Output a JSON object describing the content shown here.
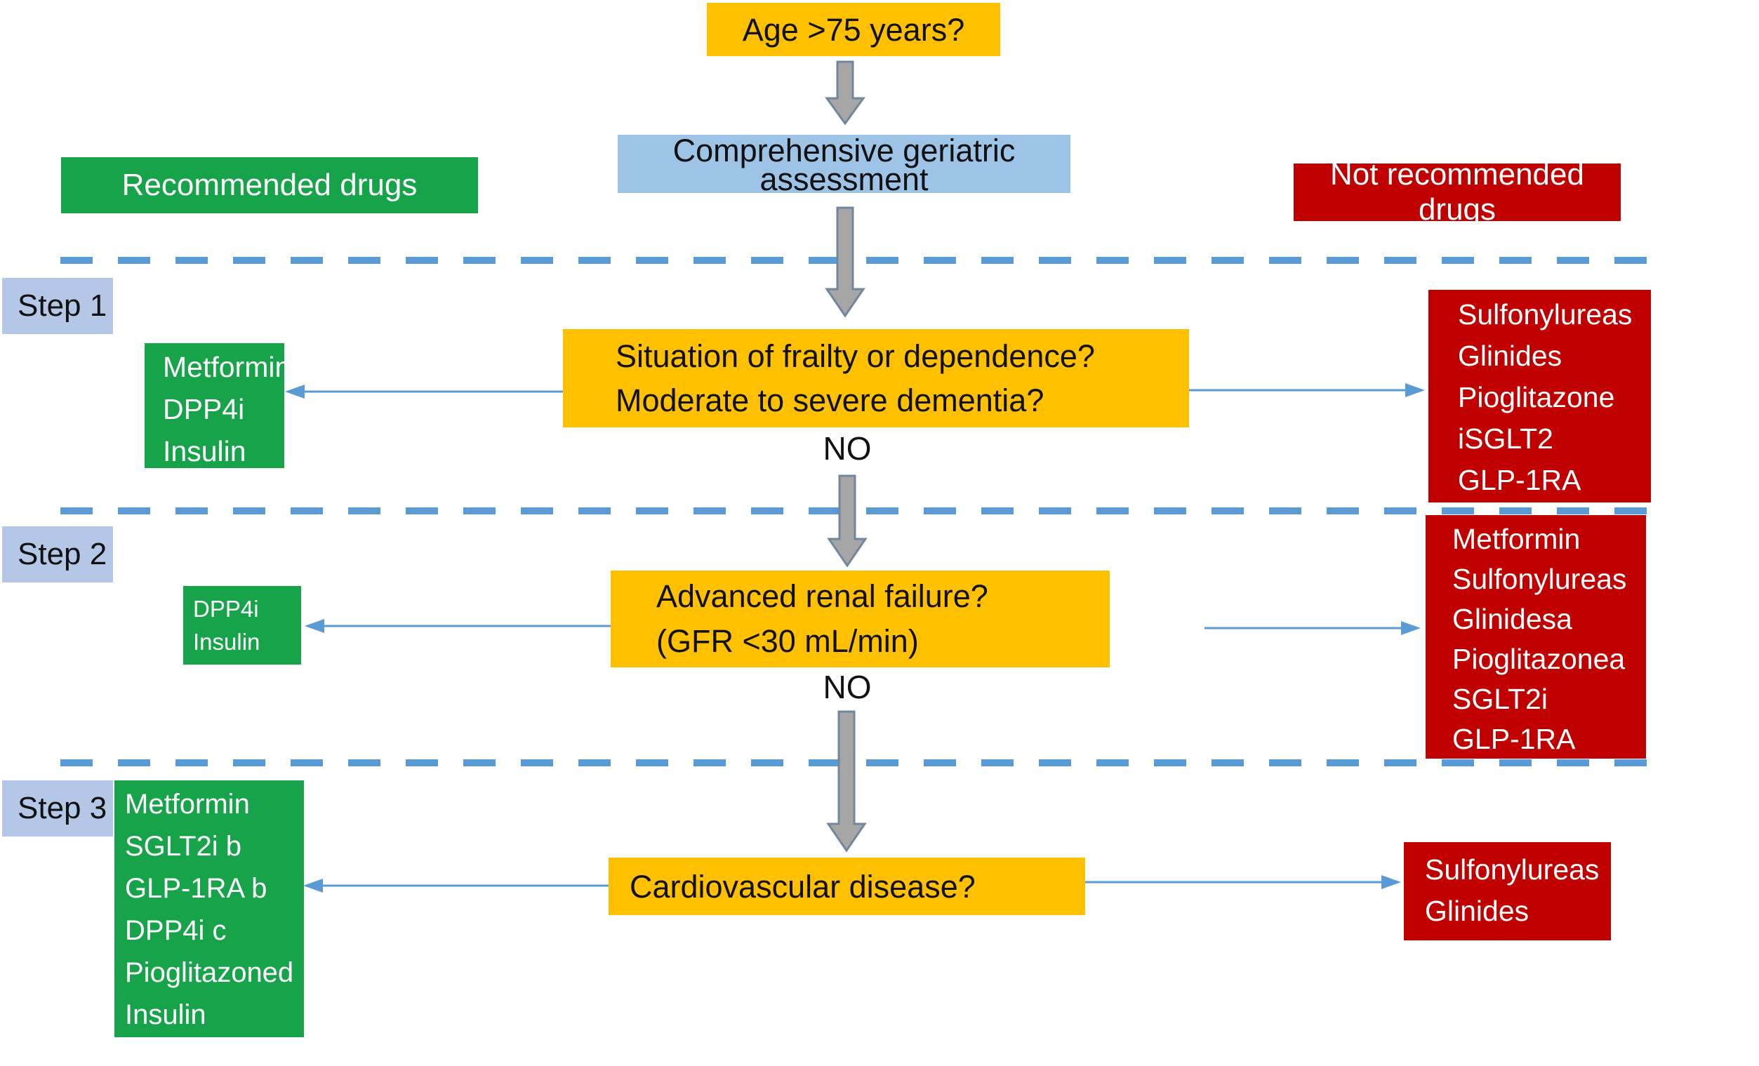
{
  "colors": {
    "question-fill": "#FFC000",
    "assessment-fill": "#9DC3E6",
    "step-label-fill": "#B4C7E7",
    "recommended-fill": "#16A34A",
    "not-recommended-fill": "#C00000",
    "connector-blue": "#5B9BD5",
    "big-arrow-fill": "#A6A6A6",
    "big-arrow-stroke": "#70879E",
    "text-dark": "#111111",
    "text-light": "#FFFFFF"
  },
  "start": {
    "question": "Age >75 years?"
  },
  "assessment": {
    "lines": [
      "Comprehensive geriatric",
      "assessment"
    ]
  },
  "legend": {
    "recommended": "Recommended drugs",
    "not_recommended": "Not recommended drugs"
  },
  "steps": [
    {
      "label": "Step 1",
      "question_lines": [
        "Situation of frailty or dependence?",
        "Moderate to severe dementia?"
      ],
      "answer": "NO",
      "recommended": [
        "Metformin",
        "DPP4i",
        "Insulin"
      ],
      "not_recommended": [
        "Sulfonylureas",
        "Glinides",
        "Pioglitazone",
        "iSGLT2",
        "GLP-1RA"
      ]
    },
    {
      "label": "Step 2",
      "question_lines": [
        "Advanced renal failure?",
        "(GFR <30 mL/min)"
      ],
      "answer": "NO",
      "recommended": [
        "DPP4i",
        "Insulin"
      ],
      "not_recommended": [
        "Metformin",
        "Sulfonylureas",
        "Glinidesa",
        "Pioglitazonea",
        "SGLT2i",
        "GLP-1RA"
      ]
    },
    {
      "label": "Step 3",
      "question_lines": [
        "Cardiovascular disease?"
      ],
      "recommended": [
        "Metformin",
        "SGLT2i b",
        "GLP-1RA b",
        "DPP4i c",
        "Pioglitazoned",
        "Insulin"
      ],
      "not_recommended": [
        "Sulfonylureas",
        "Glinides"
      ]
    }
  ]
}
